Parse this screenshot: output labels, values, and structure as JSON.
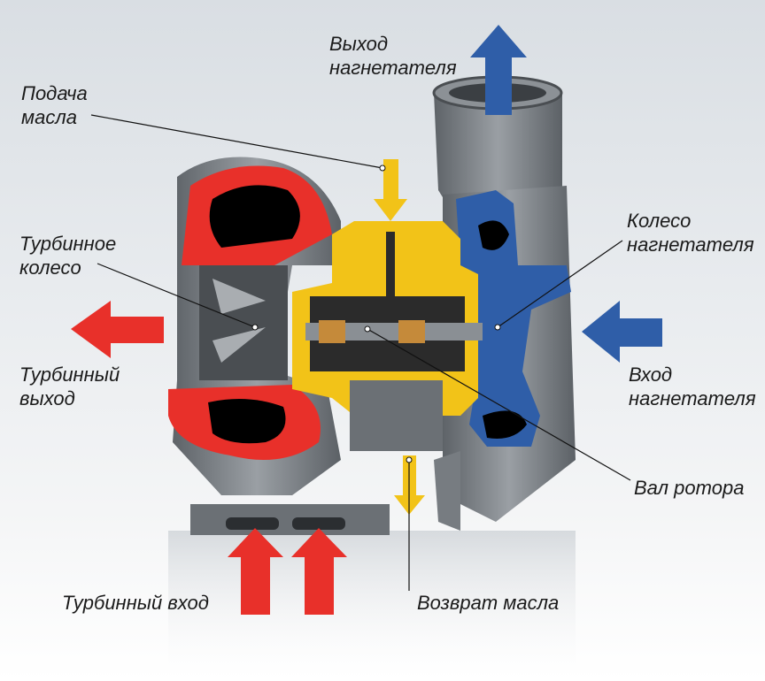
{
  "labels": {
    "compressor_outlet": [
      "Выход",
      "нагнетателя"
    ],
    "oil_feed": [
      "Подача",
      "масла"
    ],
    "compressor_wheel": [
      "Колесо",
      "нагнетателя"
    ],
    "turbine_wheel": [
      "Турбинное",
      "колесо"
    ],
    "turbine_outlet": [
      "Турбинный",
      "выход"
    ],
    "compressor_inlet": [
      "Вход",
      "нагнетателя"
    ],
    "rotor_shaft": "Вал ротора",
    "turbine_inlet": "Турбинный вход",
    "oil_return": "Возврат масла"
  },
  "colors": {
    "turbine": "#e8302a",
    "compressor": "#2f5ea8",
    "oil": "#f2c318",
    "housing": "#7d8287"
  }
}
